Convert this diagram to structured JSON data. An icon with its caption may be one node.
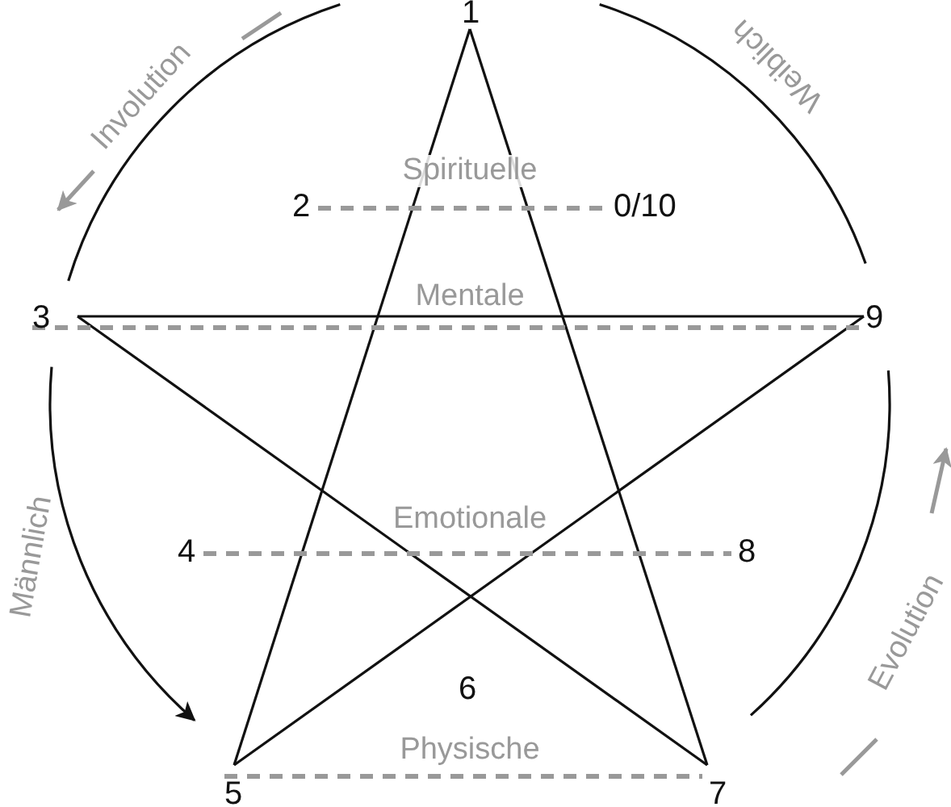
{
  "diagram": {
    "nodes": [
      {
        "text": [
          "1"
        ]
      },
      {
        "text": [
          "2"
        ]
      },
      {
        "text": [
          "0/10"
        ]
      },
      {
        "text": [
          "3"
        ]
      },
      {
        "text": [
          "9"
        ]
      },
      {
        "text": [
          "4"
        ]
      },
      {
        "text": [
          "8"
        ]
      },
      {
        "text": [
          "5"
        ]
      },
      {
        "text": [
          "7"
        ]
      }
    ],
    "edges": [
      {
        "from": 0,
        "to": 3,
        "arrow": "none",
        "label": "Involution"
      },
      {
        "from": 0,
        "to": 4,
        "arrow": "none",
        "label": "Weiblich"
      },
      {
        "from": 3,
        "to": 7,
        "arrow": "to",
        "label": "Männlich"
      },
      {
        "from": 8,
        "to": 4,
        "arrow": "none",
        "label": "Evolution"
      },
      {
        "from": 0,
        "to": 7,
        "arrow": "none"
      },
      {
        "from": 0,
        "to": 8,
        "arrow": "none"
      },
      {
        "from": 3,
        "to": 4,
        "arrow": "none"
      },
      {
        "from": 3,
        "to": 8,
        "arrow": "none"
      },
      {
        "from": 4,
        "to": 7,
        "arrow": "none"
      },
      {
        "from": 1,
        "to": 2,
        "arrow": "none",
        "label": "Spirituelle",
        "style": "dashed",
        "color": "#999999"
      },
      {
        "from": 3,
        "to": 4,
        "arrow": "none",
        "label": "Mentale",
        "style": "dashed",
        "color": "#999999"
      },
      {
        "from": 5,
        "to": 6,
        "arrow": "none",
        "label": "Emotionale",
        "style": "dashed",
        "color": "#999999"
      },
      {
        "from": 7,
        "to": 8,
        "arrow": "none",
        "label": "Physische",
        "style": "dashed",
        "color": "#999999"
      }
    ],
    "labels": [
      "6"
    ]
  }
}
